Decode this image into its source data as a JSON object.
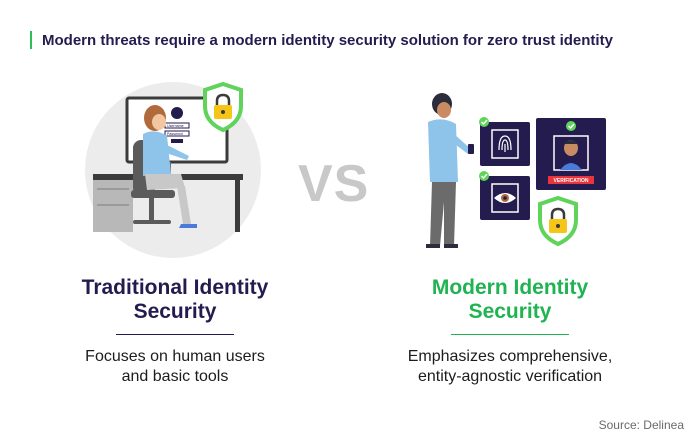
{
  "header": {
    "text": "Modern threats require a modern identity security solution for zero trust identity"
  },
  "vs_label": "VS",
  "left": {
    "title_line1": "Traditional Identity",
    "title_line2": "Security",
    "desc_line1": "Focuses on human users",
    "desc_line2": "and basic tools",
    "screen_labels": [
      "Username",
      "Password"
    ]
  },
  "right": {
    "title_line1": "Modern Identity",
    "title_line2": "Security",
    "desc_line1": "Emphasizes comprehensive,",
    "desc_line2": "entity-agnostic verification",
    "verification_label": "VERIFICATION"
  },
  "source": "Source: Delinea",
  "colors": {
    "navy": "#241b4f",
    "green": "#20b352",
    "shield_green": "#5fd35a",
    "lock_yellow": "#f5c518"
  }
}
